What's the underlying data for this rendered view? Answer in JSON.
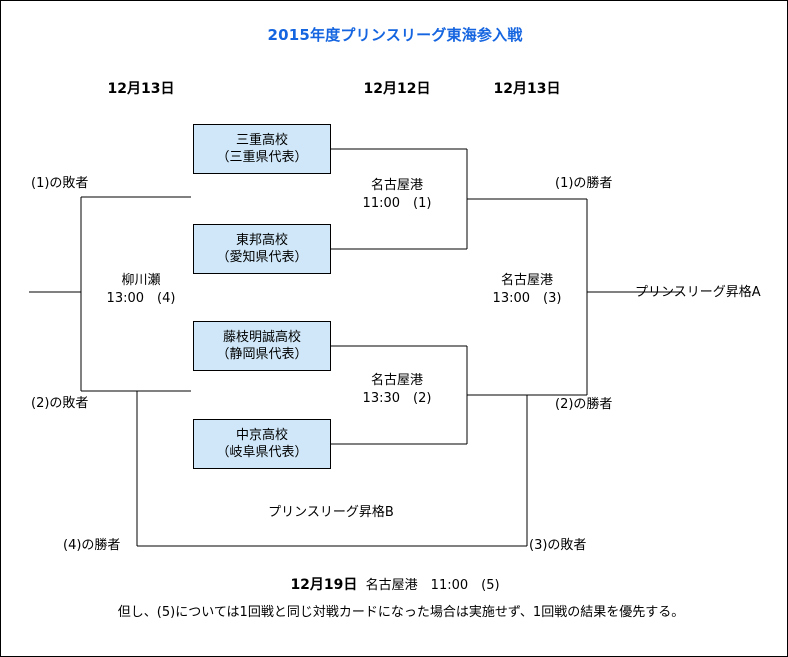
{
  "title": "2015年度プリンスリーグ東海参入戦",
  "accent_color": "#1565e0",
  "box_fill": "#cfe7f8",
  "date_headers": [
    {
      "label": "12月13日"
    },
    {
      "label": "12月12日"
    },
    {
      "label": "12月13日"
    }
  ],
  "teams": [
    {
      "name": "三重高校",
      "region": "（三重県代表）"
    },
    {
      "name": "東邦高校",
      "region": "（愛知県代表）"
    },
    {
      "name": "藤枝明誠高校",
      "region": "（静岡県代表）"
    },
    {
      "name": "中京高校",
      "region": "（岐阜県代表）"
    }
  ],
  "matches": [
    {
      "venue": "名古屋港",
      "detail": "11:00　(1)"
    },
    {
      "venue": "名古屋港",
      "detail": "13:30　(2)"
    },
    {
      "venue": "名古屋港",
      "detail": "13:00　(3)"
    },
    {
      "venue": "柳川瀬",
      "detail": "13:00　(4)"
    }
  ],
  "feeders": {
    "loser1": "(1)の敗者",
    "loser2": "(2)の敗者",
    "winner1": "(1)の勝者",
    "winner2": "(2)の勝者",
    "winner4": "(4)の勝者",
    "loser3": "(3)の敗者"
  },
  "outcomes": {
    "promotion_a": "プリンスリーグ昇格A",
    "promotion_b": "プリンスリーグ昇格B"
  },
  "footer": {
    "date": "12月19日",
    "venue_time": "名古屋港　11:00　(5)",
    "note": "但し、(5)については1回戦と同じ対戦カードになった場合は実施せず、1回戦の結果を優先する。"
  }
}
